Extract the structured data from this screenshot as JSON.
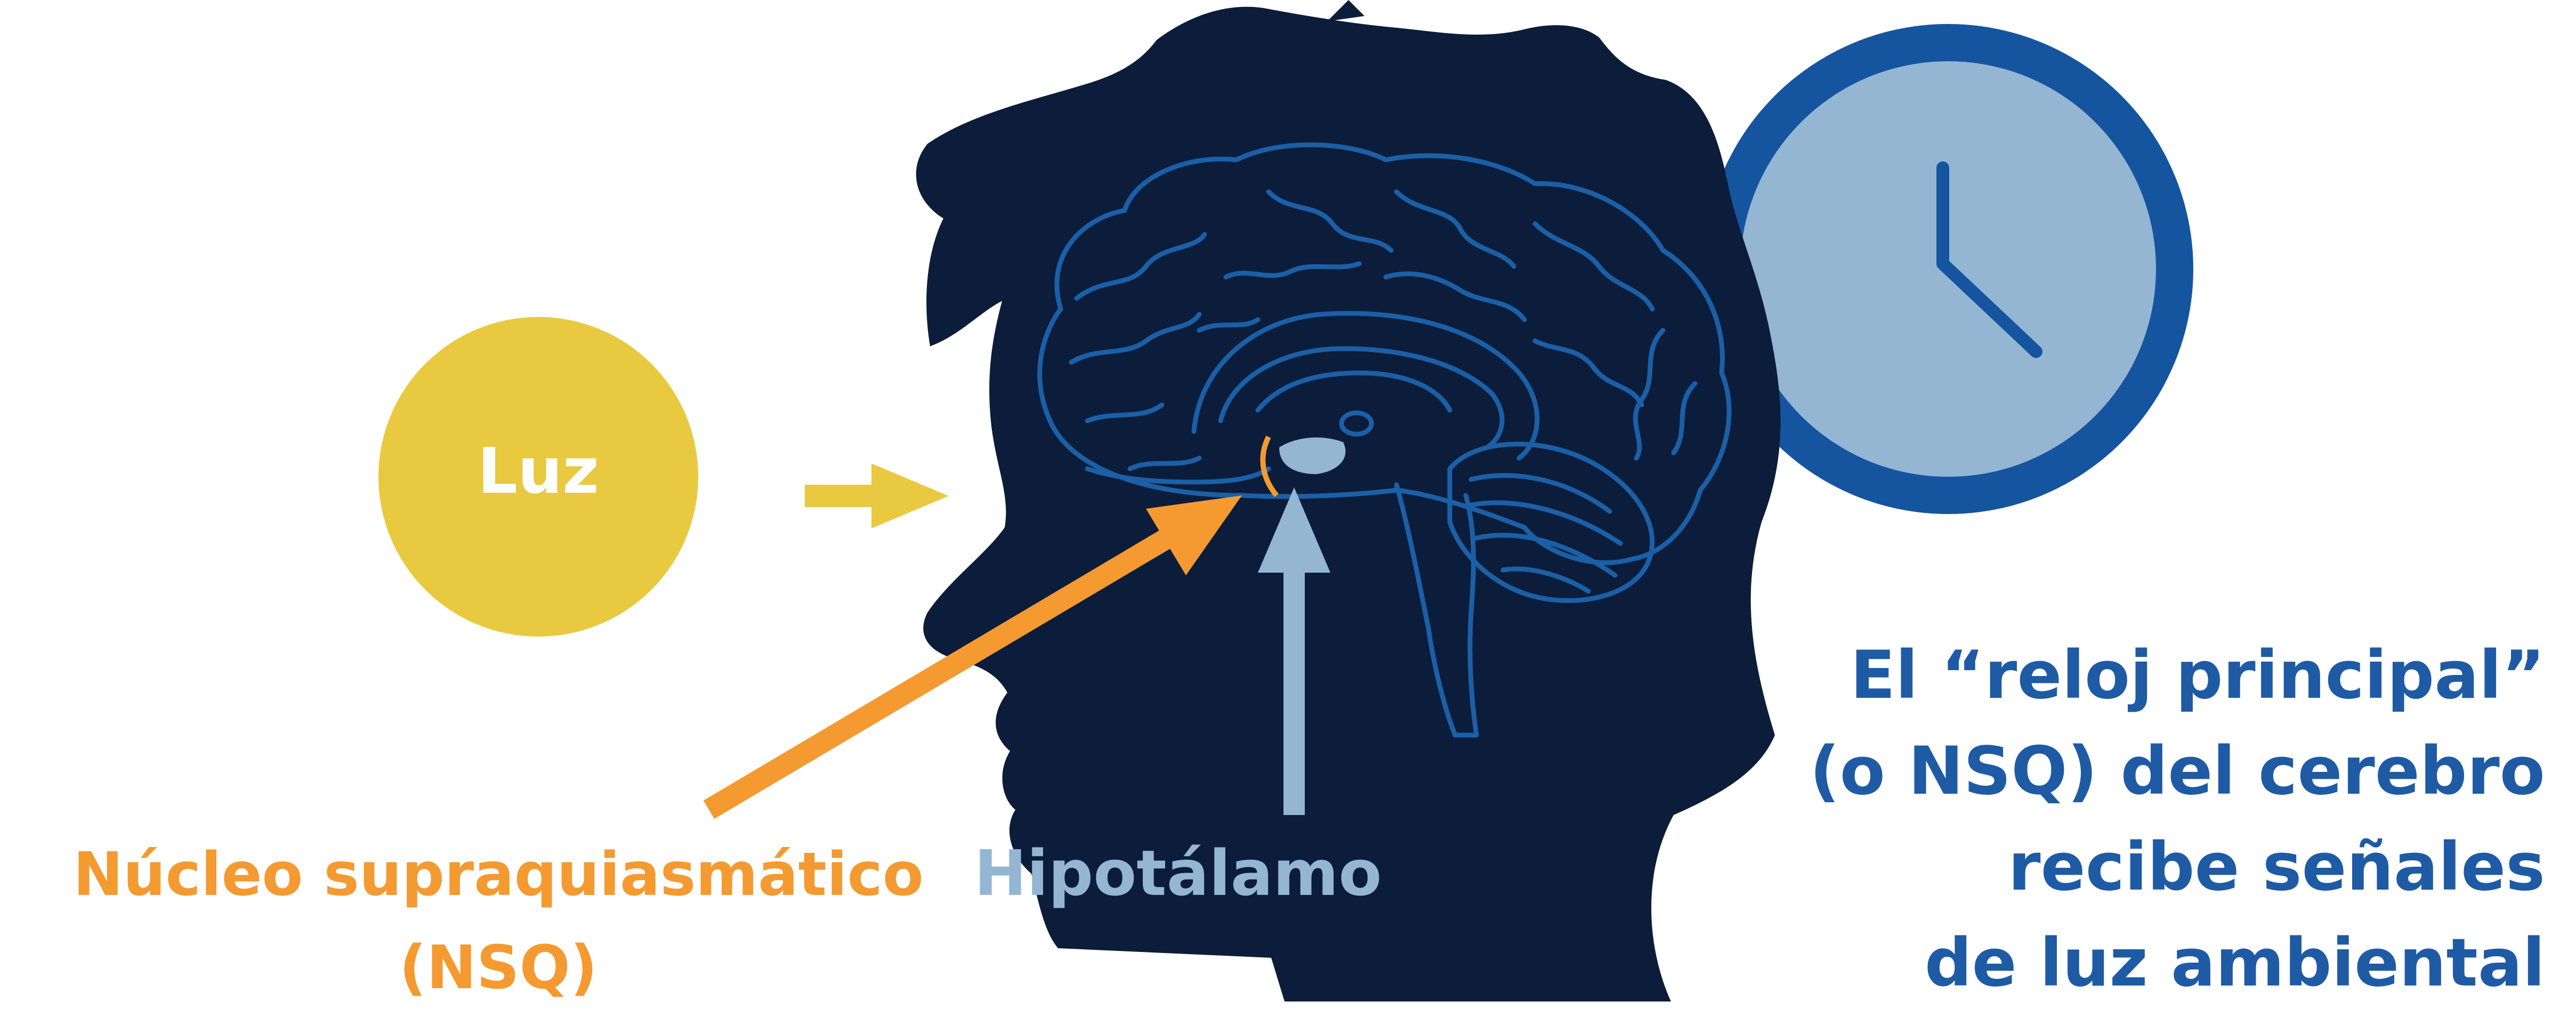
{
  "labels": {
    "light": "Luz",
    "hypothalamus": "Hipotálamo",
    "nsq_line1": "Núcleo supraquiasmático",
    "nsq_line2": "(NSQ)",
    "caption": [
      "El “reloj principal”",
      "(o NSQ) del cerebro",
      "recibe señales",
      "de luz ambiental"
    ]
  },
  "icons": {
    "clock": "clock-icon",
    "sun": "light-circle",
    "head": "head-silhouette",
    "brain": "brain-outline"
  },
  "colors": {
    "navy": "#0b1d3a",
    "brain_line": "#1b5fa6",
    "yellow": "#e9c93f",
    "orange": "#f49a30",
    "light_blue": "#94b6d3",
    "clock_blue": "#1555a0",
    "caption_blue": "#1f5aa5"
  }
}
